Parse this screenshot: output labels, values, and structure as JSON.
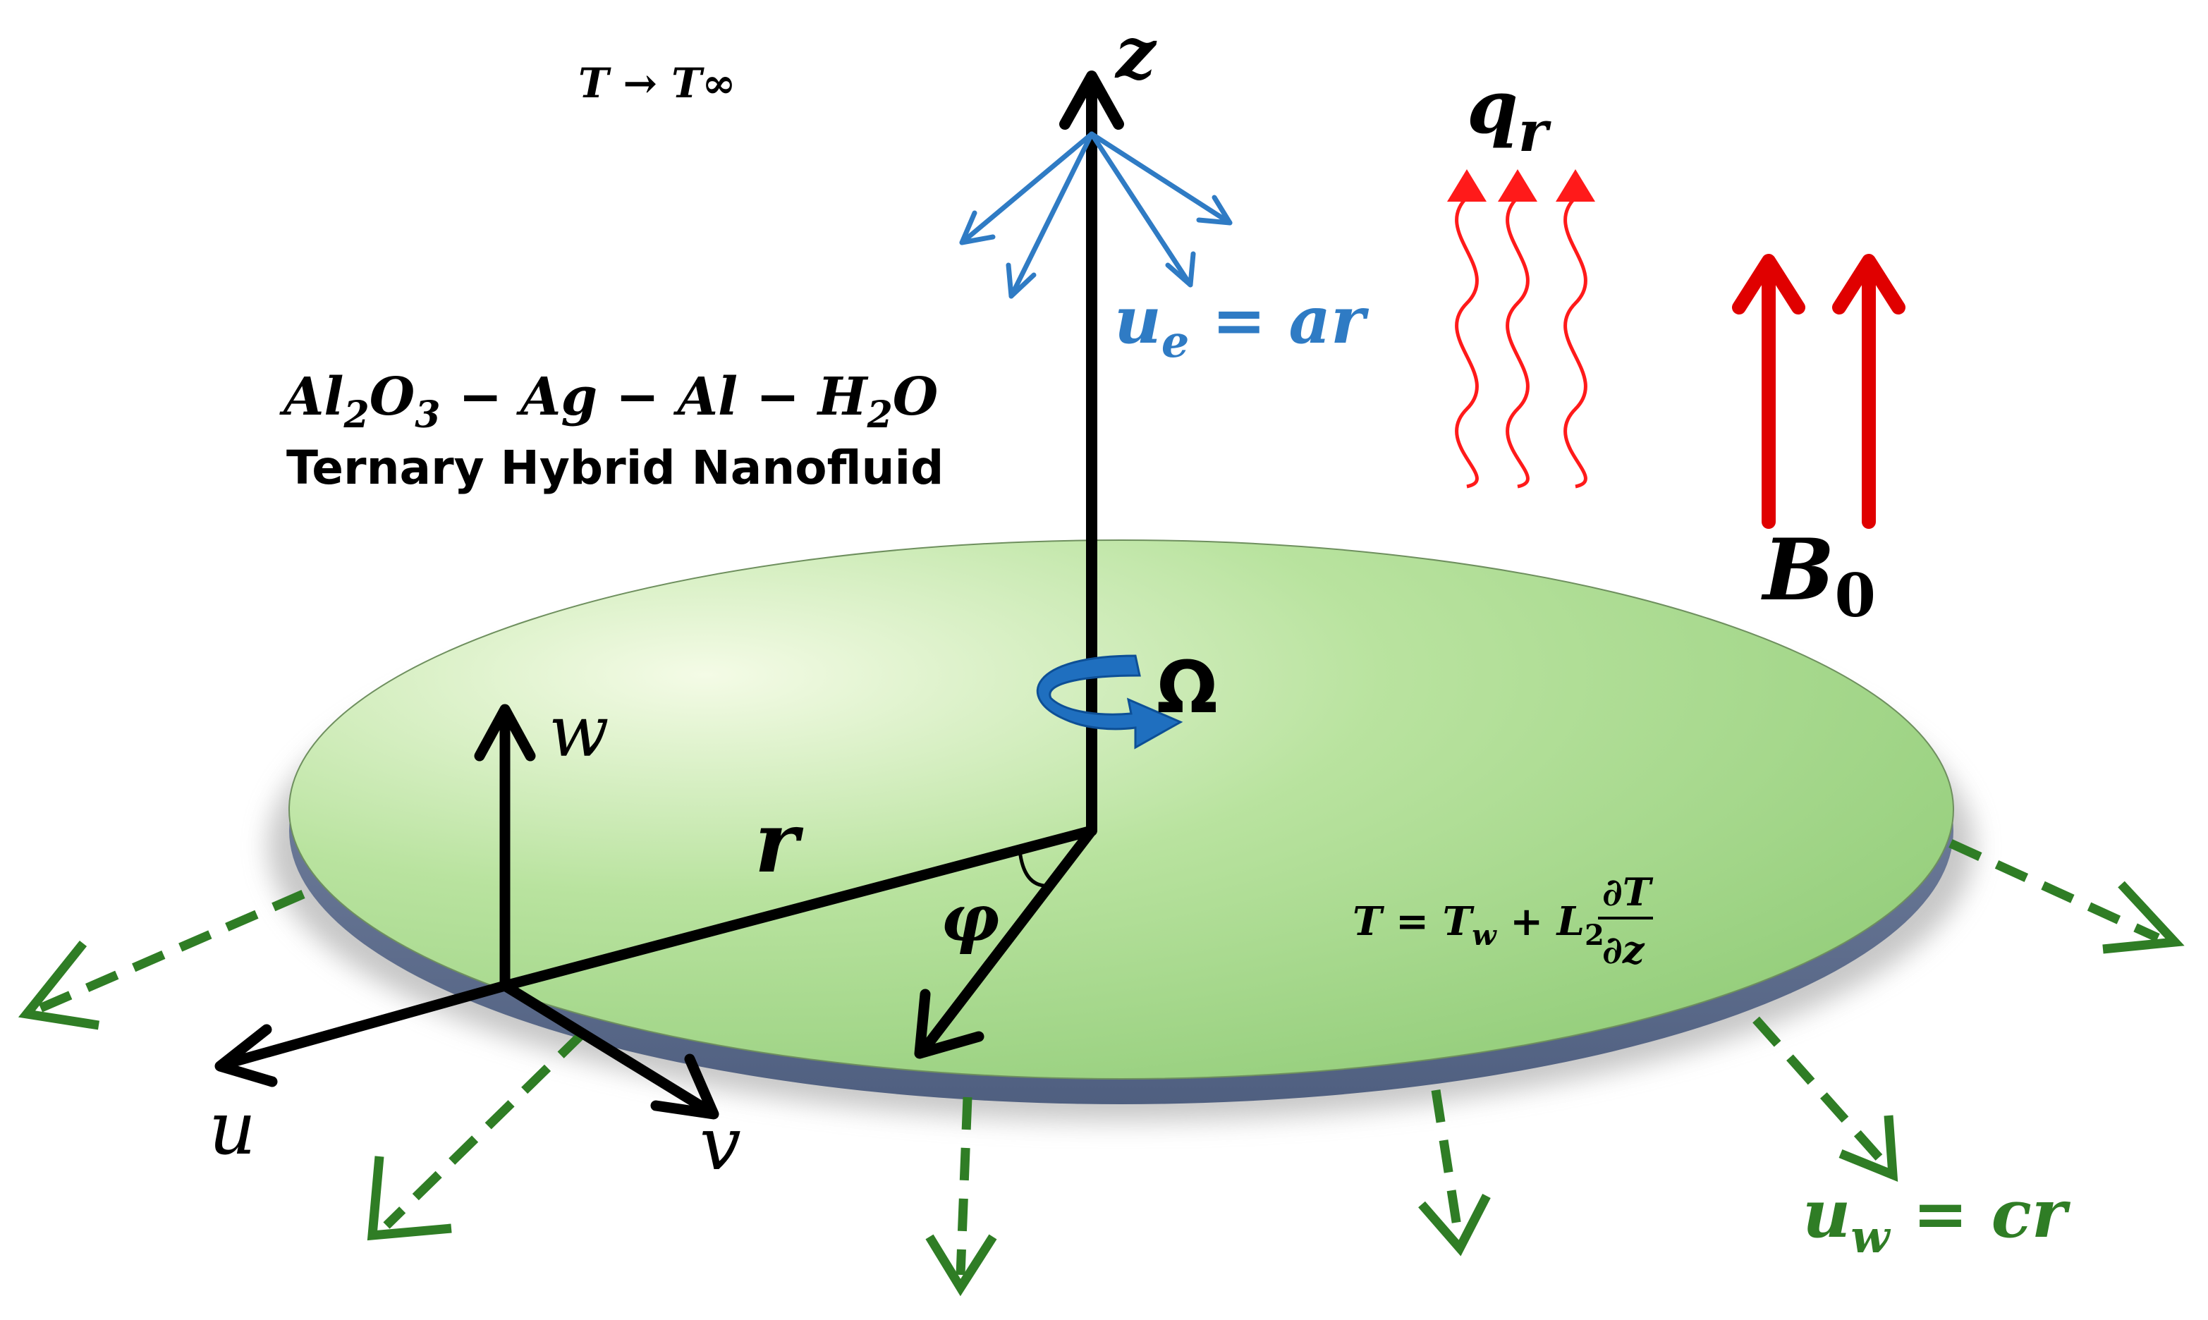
{
  "labels": {
    "ambient_temp": "T → T∞",
    "z_axis": "z",
    "radiation": {
      "base": "q",
      "sub": "r"
    },
    "free_stream": {
      "base": "u",
      "sub": "e",
      "rest": " = ar"
    },
    "magnetic_field": {
      "base": "B",
      "sub": "0"
    },
    "fluid_formula": {
      "p1": "Al",
      "s1": "2",
      "p2": "O",
      "s2": "3",
      "p3": " − Ag − Al − H",
      "s3": "2",
      "p4": "O"
    },
    "fluid_name": "Ternary Hybrid Nanofluid",
    "rotation": "Ω",
    "w_axis": "w",
    "radius": "r",
    "angle": "φ",
    "u_axis": "u",
    "v_axis": "v",
    "boundary_condition": {
      "lhs": "T = T",
      "sub_w": "w",
      "mid": " + L",
      "sub_2": "2",
      "num": "∂T",
      "den": "∂z"
    },
    "stretching": {
      "base": "u",
      "sub": "w",
      "rest": " = cr"
    }
  },
  "colors": {
    "disk_light": "#eef9d8",
    "disk_dark": "#98d07e",
    "disk_edge": "#5d6f8e",
    "axis": "#000000",
    "free_stream": "#2f7bc4",
    "radiation": "#ff1a1a",
    "magnetic": "#e00000",
    "stretching": "#2f7d25",
    "rotation": "#1f6fbf"
  }
}
